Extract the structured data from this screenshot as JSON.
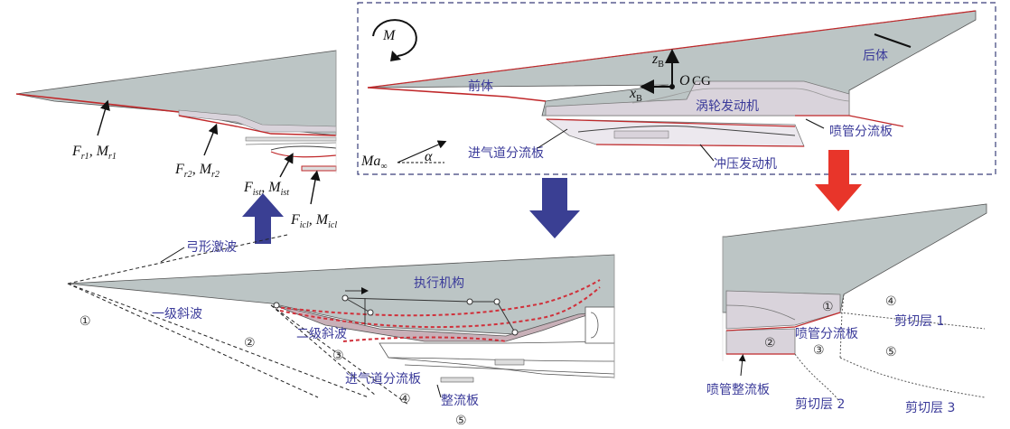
{
  "colors": {
    "body_fill": "#bcc5c5",
    "cowl_fill": "#d9d3db",
    "edge_red": "#c0282a",
    "arrow_blue": "#3a3f93",
    "arrow_red": "#e8352a",
    "label_blue": "#3b3b9a",
    "actuator_dash": "#d0303a"
  },
  "top_panel": {
    "moment": "M",
    "forebody": "前体",
    "aftbody": "后体",
    "turbine_engine": "涡轮发动机",
    "ramjet_engine": "冲压发动机",
    "inlet_splitter": "进气道分流板",
    "nozzle_splitter": "喷管分流板",
    "cg": "CG",
    "origin": "O",
    "z_axis": "z",
    "z_sub": "B",
    "x_axis": "x",
    "x_sub": "B",
    "mach": "Ma",
    "mach_sub": "∞",
    "alpha": "α"
  },
  "left_panel": {
    "forces": [
      {
        "f": "F",
        "fs": "r1",
        "m": "M",
        "ms": "r1"
      },
      {
        "f": "F",
        "fs": "r2",
        "m": "M",
        "ms": "r2"
      },
      {
        "f": "F",
        "fs": "ist",
        "m": "M",
        "ms": "ist"
      },
      {
        "f": "F",
        "fs": "icl",
        "m": "M",
        "ms": "icl"
      }
    ]
  },
  "inlet_panel": {
    "bow_shock": "弓形激波",
    "first_ramp": "一级斜波",
    "second_ramp": "二级斜波",
    "actuator": "执行机构",
    "inlet_splitter": "进气道分流板",
    "rectifier": "整流板",
    "regions": [
      "①",
      "②",
      "③",
      "④",
      "⑤"
    ]
  },
  "nozzle_panel": {
    "nozzle_splitter": "喷管分流板",
    "nozzle_rectifier": "喷管整流板",
    "shear_layer_1": "剪切层 1",
    "shear_layer_2": "剪切层 2",
    "shear_layer_3": "剪切层 3",
    "regions": [
      "①",
      "②",
      "③",
      "④",
      "⑤"
    ]
  }
}
